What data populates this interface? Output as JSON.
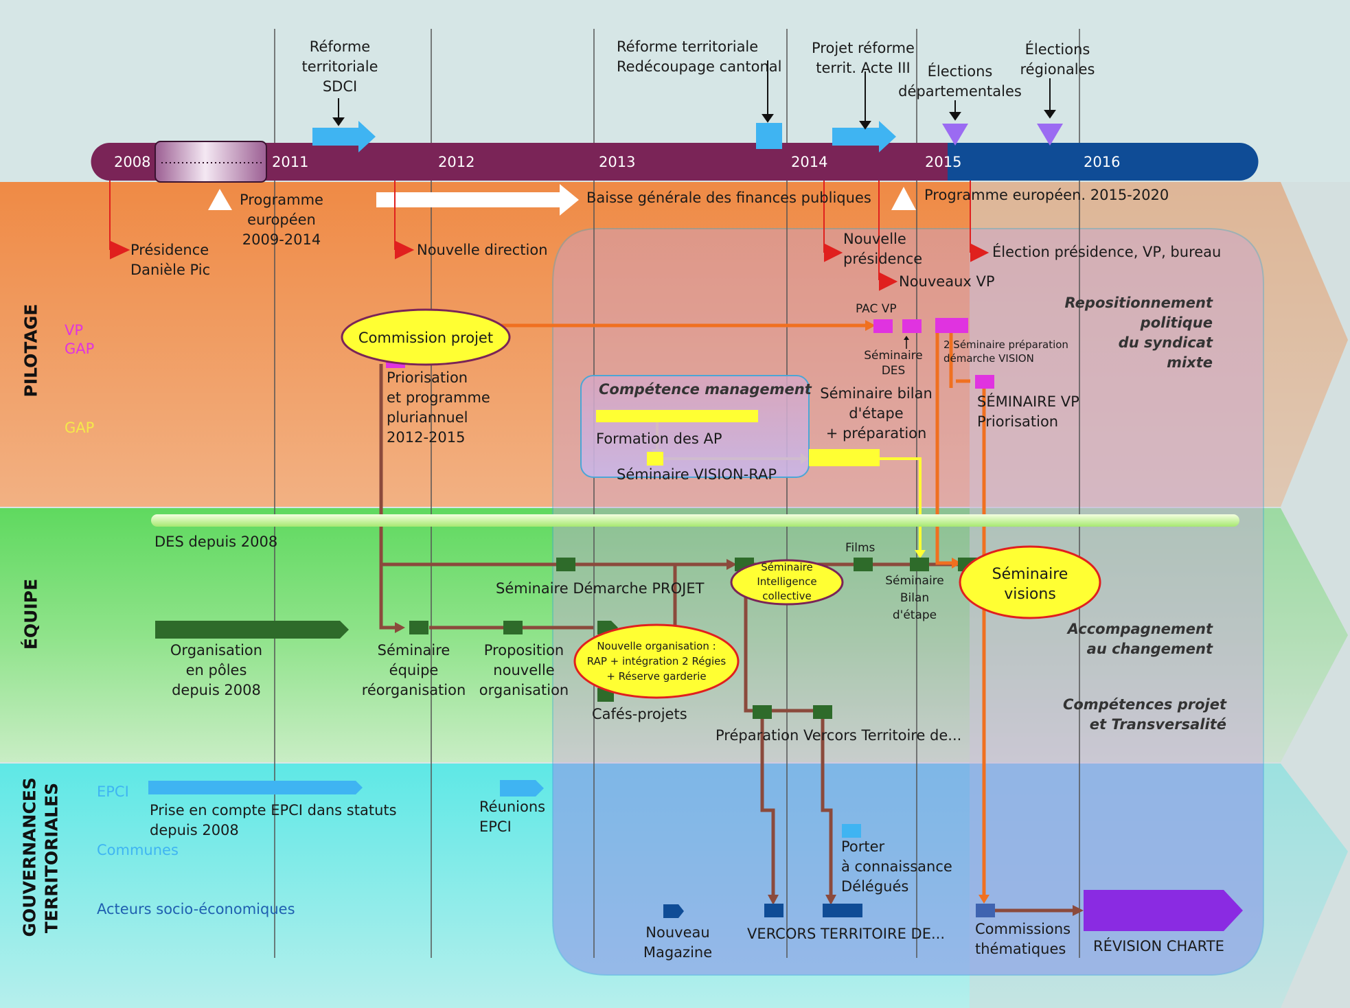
{
  "years": [
    "2008",
    "2011",
    "2012",
    "2013",
    "2014",
    "2015",
    "2016"
  ],
  "bands": {
    "pilotage": "PILOTAGE",
    "equipe": "ÉQUIPE",
    "gouvernances_1": "GOUVERNANCES",
    "gouvernances_2": "TERRITORIALES"
  },
  "side_labels": {
    "vp": "VP",
    "gap1": "GAP",
    "gap2": "GAP",
    "epci": "EPCI",
    "communes": "Communes",
    "acteurs": "Acteurs socio-économiques"
  },
  "events": {
    "reforme_sdci": [
      "Réforme",
      "territoriale",
      "SDCI"
    ],
    "reforme_redecoupage": [
      "Réforme territoriale",
      "Redécoupage cantonal"
    ],
    "projet_acte3": [
      "Projet réforme",
      "territ. Acte III"
    ],
    "elections_dep": [
      "Élections",
      "départementales"
    ],
    "elections_reg": [
      "Élections",
      "régionales"
    ],
    "programme_europeen_2009": [
      "Programme",
      "européen",
      "2009-2014"
    ],
    "baisse_finances": "Baisse générale des finances publiques",
    "programme_europeen_2015": "Programme européen. 2015-2020",
    "presidence_pic": [
      "Présidence",
      "Danièle Pic"
    ],
    "nouvelle_direction": "Nouvelle direction",
    "nouvelle_presidence": [
      "Nouvelle",
      "présidence"
    ],
    "election_bureau": "Élection présidence, VP, bureau",
    "nouveaux_vp": "Nouveaux VP"
  },
  "pilotage": {
    "commission_projet": "Commission projet",
    "priorisation": [
      "Priorisation",
      "et programme",
      "pluriannuel",
      "2012-2015"
    ],
    "pac_vp": "PAC VP",
    "seminaire_des": [
      "Séminaire",
      "DES"
    ],
    "seminaire_preparation": [
      "2 Séminaire préparation",
      "démarche VISION"
    ],
    "seminaire_bilan": [
      "Séminaire bilan",
      "d'étape",
      "+ préparation"
    ],
    "seminaire_vp": [
      "SÉMINAIRE VP",
      "Priorisation"
    ],
    "competence_management": "Compétence management",
    "formation_ap": "Formation des AP",
    "seminaire_vision_rap": "Séminaire VISION-RAP",
    "repositionnement": [
      "Repositionnement",
      "politique",
      "du syndicat",
      "mixte"
    ]
  },
  "equipe": {
    "des_depuis": "DES depuis 2008",
    "films": "Films",
    "seminaire_demarche": "Séminaire Démarche PROJET",
    "seminaire_intelligence": [
      "Séminaire",
      "Intelligence",
      "collective"
    ],
    "seminaire_bilan_etape": [
      "Séminaire",
      "Bilan",
      "d'étape"
    ],
    "seminaire_visions": [
      "Séminaire",
      "visions"
    ],
    "organisation_poles": [
      "Organisation",
      "en pôles",
      "depuis 2008"
    ],
    "seminaire_equipe": [
      "Séminaire",
      "équipe",
      "réorganisation"
    ],
    "proposition": [
      "Proposition",
      "nouvelle",
      "organisation"
    ],
    "nouvelle_organisation": [
      "Nouvelle organisation :",
      "RAP + intégration 2 Régies",
      "+ Réserve garderie"
    ],
    "cafes_projets": "Cafés-projets",
    "preparation_vercors": "Préparation Vercors Territoire de...",
    "accompagnement": [
      "Accompagnement",
      "au changement"
    ],
    "competences_projet": [
      "Compétences projet",
      "et Transversalité"
    ]
  },
  "gouvernances": {
    "prise_en_compte": [
      "Prise en compte EPCI dans statuts",
      "depuis 2008"
    ],
    "reunions_epci": [
      "Réunions",
      "EPCI"
    ],
    "porter_connaissance": [
      "Porter",
      "à connaissance",
      "Délégués"
    ],
    "nouveau_magazine": [
      "Nouveau",
      "Magazine"
    ],
    "vercors_territoire": "VERCORS TERRITOIRE DE...",
    "commissions": [
      "Commissions",
      "thématiques"
    ],
    "revision_charte": "RÉVISION CHARTE"
  },
  "colors": {
    "timeline_purple": "#7a2457",
    "timeline_blue": "#0f4c96",
    "pilotage_orange": "#ef9a55",
    "equipe_green": "#6fd96a",
    "gouv_cyan": "#70e6e0",
    "brown_arrow": "#8b4a3c",
    "orange_arrow": "#f07020",
    "yellow": "#ffff33",
    "magenta": "#e033e0",
    "dark_green": "#2e6b2a",
    "light_blue": "#3fb4f2",
    "navy": "#0f4c96",
    "purple_charte": "#8a2be2"
  }
}
